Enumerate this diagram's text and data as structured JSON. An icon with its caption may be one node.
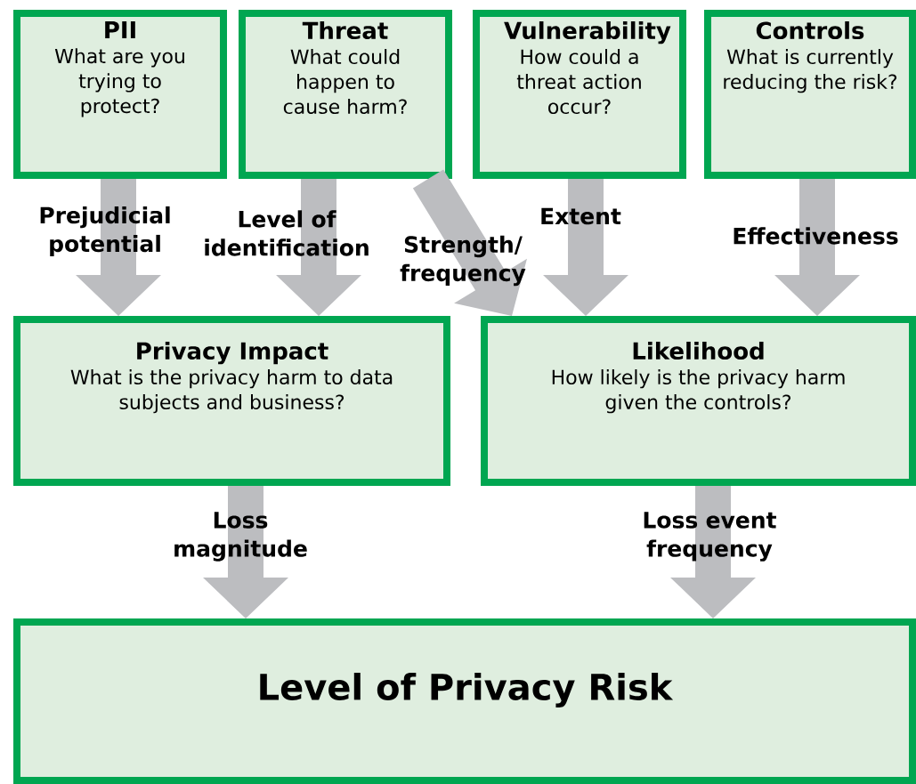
{
  "diagram": {
    "nodes": [
      {
        "text": [
          "PII",
          "What are you trying to protect?"
        ]
      },
      {
        "text": [
          "Threat",
          "What could happen to cause harm?"
        ]
      },
      {
        "text": [
          "Vulnerability",
          "How could a threat action occur?"
        ]
      },
      {
        "text": [
          "Controls",
          "What is currently reducing the risk?"
        ]
      },
      {
        "text": [
          "Privacy Impact",
          "What is the privacy harm to data subjects and business?"
        ]
      },
      {
        "text": [
          "Likelihood",
          "How likely is the privacy harm given the controls?"
        ]
      },
      {
        "text": [
          "Level of Privacy Risk"
        ]
      }
    ],
    "edges": [
      {
        "from": 0,
        "to": 4,
        "arrow": "to",
        "label": "Prejudicial potential"
      },
      {
        "from": 1,
        "to": 4,
        "arrow": "to",
        "label": "Level of identification"
      },
      {
        "from": 1,
        "to": 5,
        "arrow": "to",
        "label": "Strength/ frequency"
      },
      {
        "from": 2,
        "to": 5,
        "arrow": "to",
        "label": "Extent"
      },
      {
        "from": 3,
        "to": 5,
        "arrow": "to",
        "label": "Effectiveness"
      },
      {
        "from": 4,
        "to": 6,
        "arrow": "to",
        "label": "Loss magnitude"
      },
      {
        "from": 5,
        "to": 6,
        "arrow": "to",
        "label": "Loss event frequency"
      }
    ]
  }
}
